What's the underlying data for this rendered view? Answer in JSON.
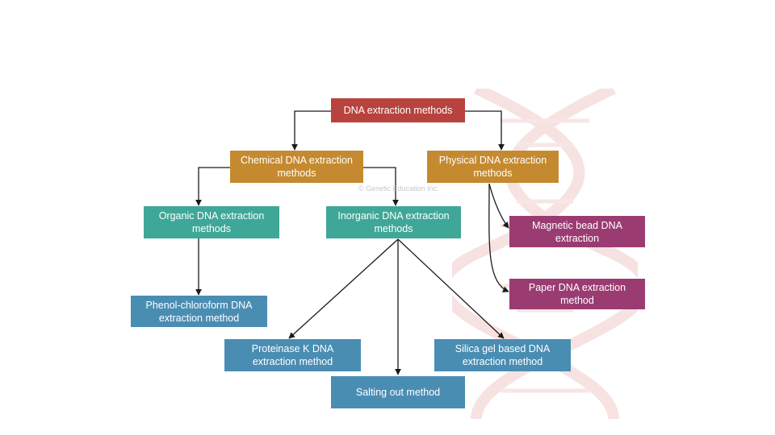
{
  "watermark": "© Genetic Education Inc.",
  "nodes": {
    "root": "DNA extraction methods",
    "chemical": "Chemical DNA extraction\nmethods",
    "physical": "Physical DNA extraction\nmethods",
    "organic": "Organic DNA extraction\nmethods",
    "inorganic": "Inorganic DNA extraction\nmethods",
    "magnetic": "Magnetic bead DNA\nextraction",
    "paper": "Paper DNA extraction\nmethod",
    "phenol": "Phenol-chloroform DNA\nextraction method",
    "proteinase": "Proteinase K DNA\nextraction method",
    "silica": "Silica gel based DNA\nextraction method",
    "salting": "Salting out method"
  },
  "colors": {
    "root": "#b8433e",
    "chemical_physical": "#c58a2f",
    "organic_inorganic": "#3fa797",
    "leaf_methods": "#4a8db3",
    "physical_leaves": "#9a3c72",
    "arrows": "#1a1a1a"
  }
}
